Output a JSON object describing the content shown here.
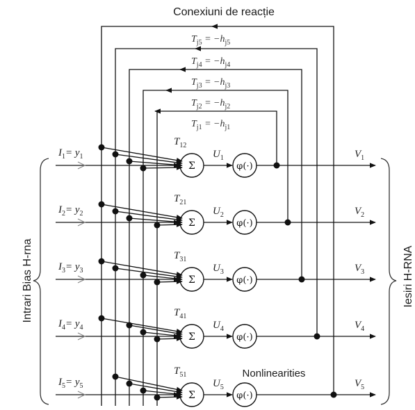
{
  "title": "Conexiuni de reacție",
  "left_brace_label": "Intrari Bias H-rna",
  "right_brace_label": "Iesiri H-RNA",
  "nonlinearities_label": "Nonlinearities",
  "sum_symbol": "Σ",
  "activation_label": "φ(·)",
  "feedback_labels": [
    {
      "T": "T",
      "sub": "j5",
      "rhs": " = −h",
      "rsub": "j5"
    },
    {
      "T": "T",
      "sub": "j4",
      "rhs": " = −h",
      "rsub": "j4"
    },
    {
      "T": "T",
      "sub": "j3",
      "rhs": " = −h",
      "rsub": "j3"
    },
    {
      "T": "T",
      "sub": "j2",
      "rhs": " = −h",
      "rsub": "j2"
    },
    {
      "T": "T",
      "sub": "j1",
      "rhs": " = −h",
      "rsub": "j1"
    }
  ],
  "neurons": [
    {
      "I": "I",
      "Isub": "1",
      "y": "y",
      "ysub": "1",
      "T": "T",
      "Tsub": "12",
      "U": "U",
      "Usub": "1",
      "V": "V",
      "Vsub": "1"
    },
    {
      "I": "I",
      "Isub": "2",
      "y": "y",
      "ysub": "2",
      "T": "T",
      "Tsub": "21",
      "U": "U",
      "Usub": "2",
      "V": "V",
      "Vsub": "2"
    },
    {
      "I": "I",
      "Isub": "3",
      "y": "y",
      "ysub": "3",
      "T": "T",
      "Tsub": "31",
      "U": "U",
      "Usub": "3",
      "V": "V",
      "Vsub": "3"
    },
    {
      "I": "I",
      "Isub": "4",
      "y": "y",
      "ysub": "4",
      "T": "T",
      "Tsub": "41",
      "U": "U",
      "Usub": "4",
      "V": "V",
      "Vsub": "4"
    },
    {
      "I": "I",
      "Isub": "5",
      "y": "y",
      "ysub": "5",
      "T": "T",
      "Tsub": "51",
      "U": "U",
      "Usub": "5",
      "V": "V",
      "Vsub": "5"
    }
  ]
}
